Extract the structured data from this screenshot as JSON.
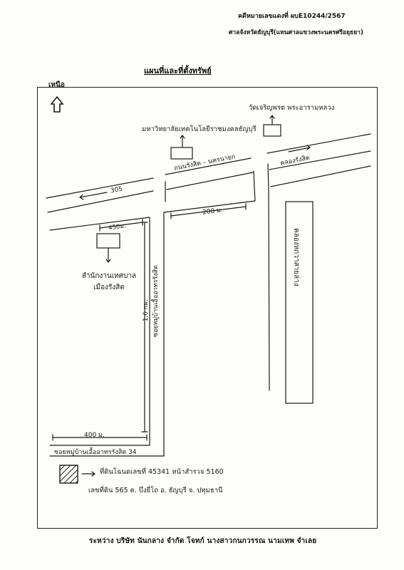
{
  "header": {
    "case_number": "คดีหมายเลขแดงที่ ผบE10244/2567",
    "court": "ศาลจังหวัดธัญบุรี(แทนศาลแขวงพระนครศรีอยุธยา)"
  },
  "map": {
    "title": "แผนที่และที่ตั้งทรัพย์",
    "north_label": "เหนือ",
    "landmarks": {
      "university": "มหาวิทยาลัยเทคโนโลยีราชมงคลธัญบุรี",
      "temple": "วัดเจริญพรต พระอารามหลวง",
      "office": "สำนักงานเทศบาล เมืองรังสิต"
    },
    "roads": {
      "road_305": "305",
      "rangsit_nakhon_nayok": "ถนนรังสิต – นครนายก",
      "khlong_rangsit": "คลองรังสิต",
      "soi_main": "ซอยหมู่บ้านเอื้ออาทรรังสิต",
      "soi_bottom": "ซอยหมู่บ้านเอื้ออาทรรังสิต 34",
      "canal_right": "คลองหกวาสายล่าง"
    },
    "distances": {
      "d450": "450ม.",
      "d200": "200 ม.",
      "d1_6": "1.6 กม.",
      "d400": "400 ม."
    },
    "legend": {
      "line1": "ที่ดินโฉนดเลขที่ 45341 หน้าสำรวจ 5160",
      "line2": "เลขที่ดิน 565 ต. บึงยี่โถ อ. ธัญบุรี จ. ปทุมธานี"
    }
  },
  "footer": {
    "parties": "ระหว่าง บริษัท นันกลาง จำกัด โจทก์ นางสาวกนกวรรณ นามเทพ จำเลย"
  }
}
